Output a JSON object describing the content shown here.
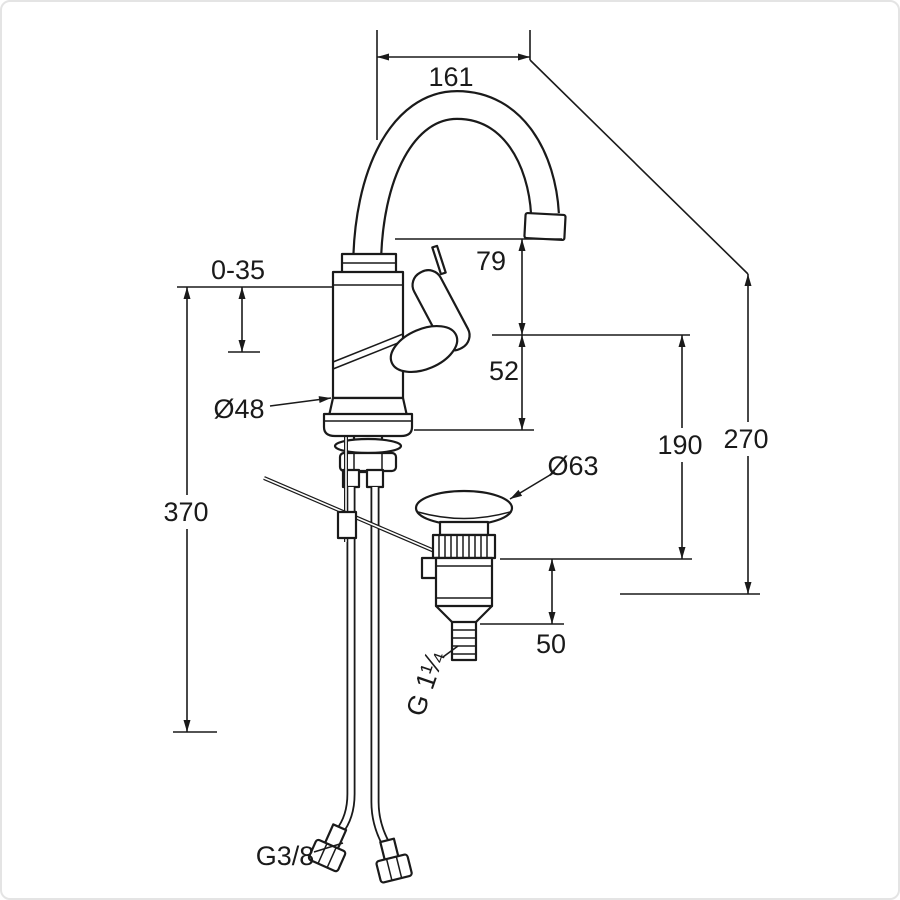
{
  "canvas": {
    "background": "#ffffff",
    "line_color": "#1a1a1a",
    "border_color": "#e4e4e4"
  },
  "dims": {
    "spout_reach": "161",
    "spout_drop": "79",
    "mounting_range": "0-35",
    "lever_offset": "52",
    "base_diameter": "Ø48",
    "waste_cap_diameter": "Ø63",
    "outlet_height": "190",
    "overall_height": "270",
    "under_deck_length": "370",
    "waste_body_height": "50",
    "waste_thread": "G 1¼",
    "hose_thread": "G3/8"
  }
}
